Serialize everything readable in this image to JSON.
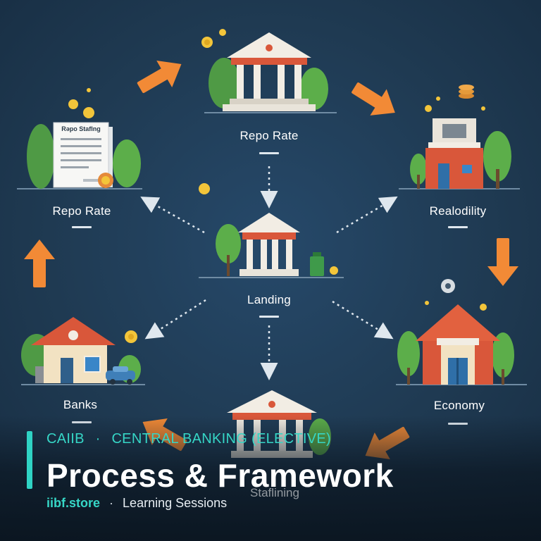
{
  "nodes": {
    "top": {
      "label": "Repo Rate"
    },
    "top_left": {
      "label": "Repo Rate",
      "doc_title": "Rəpo Staflng"
    },
    "top_right": {
      "label": "Realodility"
    },
    "center": {
      "label": "Landing"
    },
    "bottom_left": {
      "label": "Banks"
    },
    "bottom_right": {
      "label": "Economy"
    },
    "bottom": {
      "label": "Staflining"
    }
  },
  "banner": {
    "kicker_left": "CAIIB",
    "kicker_sep": "·",
    "kicker_right": "CENTRAL BANKING (ELECTIVE)",
    "headline": "Process & Framework",
    "site": "iibf.store",
    "footer_sep": "·",
    "footer_desc": "Learning Sessions"
  },
  "colors": {
    "background": "#1f3a52",
    "arrow_orange": "#f28a36",
    "accent_teal": "#2fd3c4",
    "roof_red": "#d9573a",
    "tree_green": "#5cae4a"
  }
}
